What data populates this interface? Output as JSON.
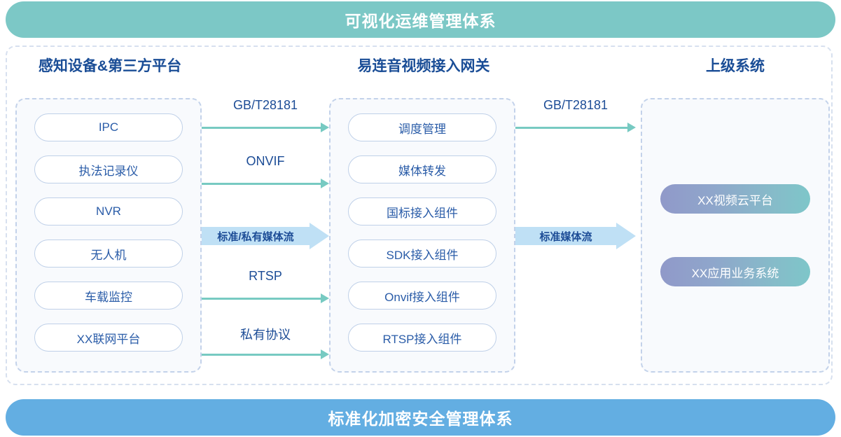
{
  "banners": {
    "top": "可视化运维管理体系",
    "bottom": "标准化加密安全管理体系"
  },
  "columns": {
    "left": {
      "title": "感知设备&第三方平台",
      "items": [
        "IPC",
        "执法记录仪",
        "NVR",
        "无人机",
        "车载监控",
        "XX联网平台"
      ]
    },
    "middle": {
      "title": "易连音视频接入网关",
      "items": [
        "调度管理",
        "媒体转发",
        "国标接入组件",
        "SDK接入组件",
        "Onvif接入组件",
        "RTSP接入组件"
      ]
    },
    "right": {
      "title": "上级系统",
      "items": [
        "XX视频云平台",
        "XX应用业务系统"
      ]
    }
  },
  "connectors": {
    "left_to_middle": [
      {
        "label": "GB/T28181",
        "style": "line"
      },
      {
        "label": "ONVIF",
        "style": "line"
      },
      {
        "label": "标准/私有媒体流",
        "style": "block"
      },
      {
        "label": "RTSP",
        "style": "line"
      },
      {
        "label": "私有协议",
        "style": "line"
      }
    ],
    "middle_to_right": [
      {
        "label": "GB/T28181",
        "style": "line"
      },
      {
        "label": "标准媒体流",
        "style": "block"
      }
    ]
  },
  "colors": {
    "banner_top": "#7cc8c6",
    "banner_bottom": "#63aee2",
    "line_arrow": "#77cac2",
    "block_arrow": "#bfe0f5",
    "title_text": "#1a4d96",
    "pill_text": "#2a5ca8",
    "pill_border": "#bfd0e8",
    "dashed_border": "#c3d2ea",
    "gradient_start": "#9099c9",
    "gradient_end": "#7ec6c9"
  }
}
